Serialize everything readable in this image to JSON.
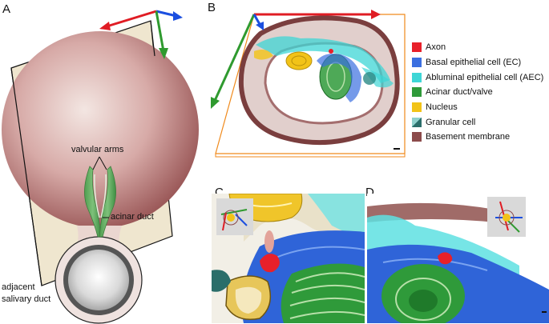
{
  "panels": {
    "a": {
      "letter": "A"
    },
    "b": {
      "letter": "B"
    },
    "c": {
      "letter": "C"
    },
    "d": {
      "letter": "D"
    }
  },
  "panel_a_labels": {
    "valvular_arms": "valvular arms",
    "acinar_duct": "acinar duct",
    "adjacent_line1": "adjacent",
    "adjacent_line2": "salivary duct"
  },
  "legend": [
    {
      "label": "Axon",
      "color": "#e8202a"
    },
    {
      "label": "Basal epithelial cell (EC)",
      "color": "#3b6fe0"
    },
    {
      "label": "Abluminal epithelial cell (AEC)",
      "color": "#3ed6d6"
    },
    {
      "label": "Acinar duct/valve",
      "color": "#2f9a3a"
    },
    {
      "label": "Nucleus",
      "color": "#f2c318"
    },
    {
      "label": "Granular cell",
      "color": "#2b8a86"
    },
    {
      "label": "Basement membrane",
      "color": "#8c4b4b"
    }
  ],
  "colors": {
    "axis_x": "#e01c24",
    "axis_y": "#2f9a2f",
    "axis_z": "#1b4fe0",
    "acinus": "#b87c7c",
    "bounding_box": "#f08a1c",
    "plane": "#efe6cf"
  }
}
